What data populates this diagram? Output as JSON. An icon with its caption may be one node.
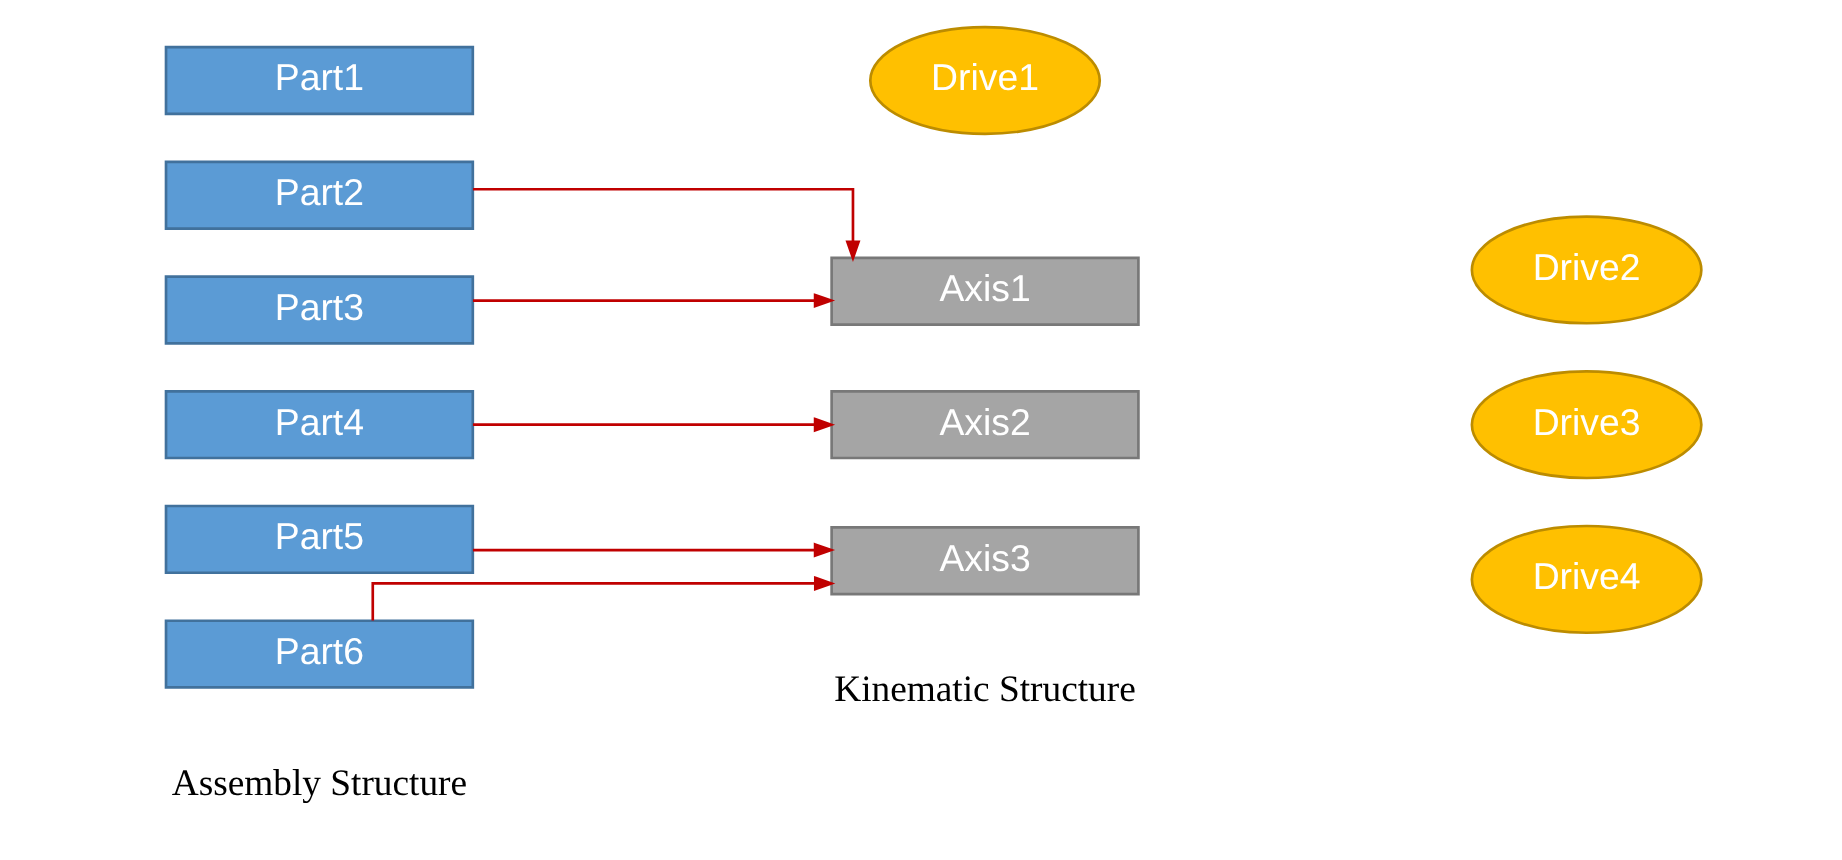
{
  "diagram": {
    "nodes": [
      {
        "text": [
          "Part1"
        ]
      },
      {
        "text": [
          "Part2"
        ]
      },
      {
        "text": [
          "Part3"
        ]
      },
      {
        "text": [
          "Part4"
        ]
      },
      {
        "text": [
          "Part5"
        ]
      },
      {
        "text": [
          "Part6"
        ]
      },
      {
        "text": [
          "Axis1"
        ]
      },
      {
        "text": [
          "Axis2"
        ]
      },
      {
        "text": [
          "Axis3"
        ]
      },
      {
        "text": [
          "Drive1"
        ]
      },
      {
        "text": [
          "Drive2"
        ]
      },
      {
        "text": [
          "Drive3"
        ]
      },
      {
        "text": [
          "Drive4"
        ]
      }
    ],
    "edges": [
      {
        "from": 1,
        "to": 6,
        "arrow": "to"
      },
      {
        "from": 2,
        "to": 6,
        "arrow": "to"
      },
      {
        "from": 3,
        "to": 7,
        "arrow": "to"
      },
      {
        "from": 4,
        "to": 8,
        "arrow": "to"
      },
      {
        "from": 5,
        "to": 8,
        "arrow": "to"
      }
    ],
    "labels": [
      "Assembly Structure",
      "Kinematic Structure"
    ]
  }
}
